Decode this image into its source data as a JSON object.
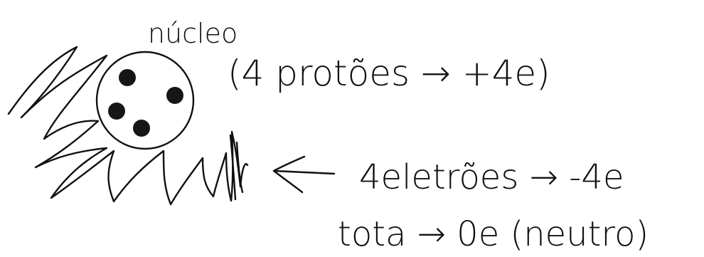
{
  "diagram": {
    "labels": {
      "nucleus": "núcleo",
      "protons": "(4 protões → +4e)",
      "electrons": "4eletrões → -4e",
      "total": "tota → 0e (neutro)"
    },
    "proton_count": 4,
    "ink_color": "#111111"
  }
}
